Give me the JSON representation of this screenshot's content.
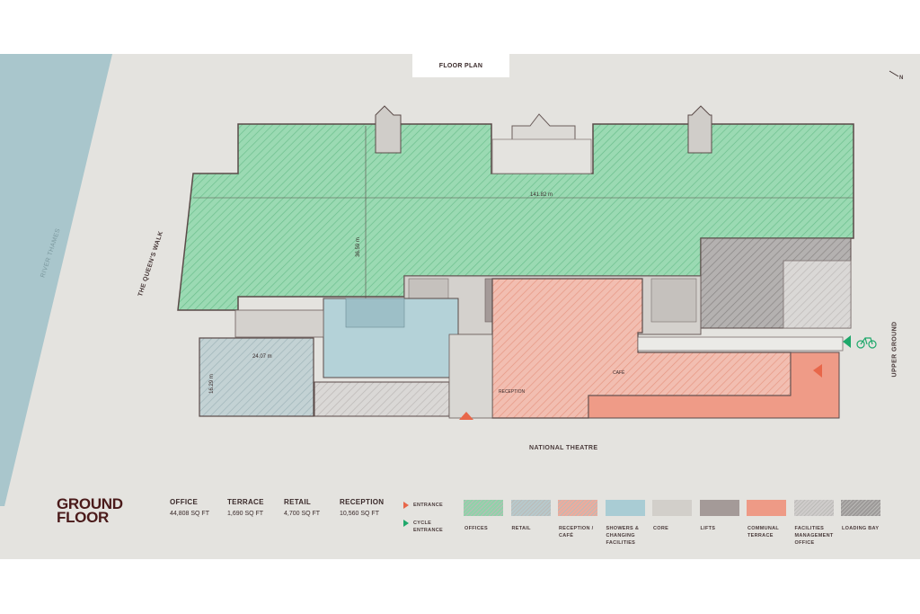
{
  "header": {
    "tab_label": "FLOOR PLAN"
  },
  "map": {
    "compass": "N",
    "labels": {
      "river": "RIVER THAMES",
      "walk": "THE QUEEN'S WALK",
      "upper_ground": "UPPER GROUND",
      "national_theatre": "NATIONAL THEATRE",
      "reception": "RECEPTION",
      "cafe": "CAFÉ"
    },
    "dimensions": {
      "length": "141.82 m",
      "depth": "36.59 m",
      "retail_width": "24.07 m",
      "retail_depth": "16.29 m"
    }
  },
  "footer": {
    "title": "GROUND FLOOR",
    "stats": [
      {
        "label": "OFFICE",
        "value": "44,808 SQ FT"
      },
      {
        "label": "TERRACE",
        "value": "1,690 SQ FT"
      },
      {
        "label": "RETAIL",
        "value": "4,700 SQ FT"
      },
      {
        "label": "RECEPTION",
        "value": "10,560 SQ FT"
      }
    ],
    "entrances": [
      {
        "label": "ENTRANCE",
        "color": "#e8674a"
      },
      {
        "label": "CYCLE ENTRANCE",
        "color": "#1fa86b"
      }
    ],
    "legend": [
      {
        "label": "OFFICES",
        "color": "#8fd3a9",
        "icon": "hatch"
      },
      {
        "label": "RETAIL",
        "color": "#b7c9cc",
        "icon": "hatch"
      },
      {
        "label": "RECEPTION / CAFÉ",
        "color": "#eeab9c",
        "icon": "hatch"
      },
      {
        "label": "SHOWERS & CHANGING FACILITIES",
        "color": "#a9ccd4",
        "icon": "solid"
      },
      {
        "label": "CORE",
        "color": "#d2cfca",
        "icon": "solid"
      },
      {
        "label": "LIFTS",
        "color": "#a49a98",
        "icon": "solid"
      },
      {
        "label": "COMMUNAL TERRACE",
        "color": "#ee9a86",
        "icon": "solid"
      },
      {
        "label": "FACILITIES MANAGEMENT OFFICE",
        "color": "#cfcccb",
        "icon": "hatch"
      },
      {
        "label": "LOADING BAY",
        "color": "#9d9a99",
        "icon": "hatch"
      }
    ]
  }
}
